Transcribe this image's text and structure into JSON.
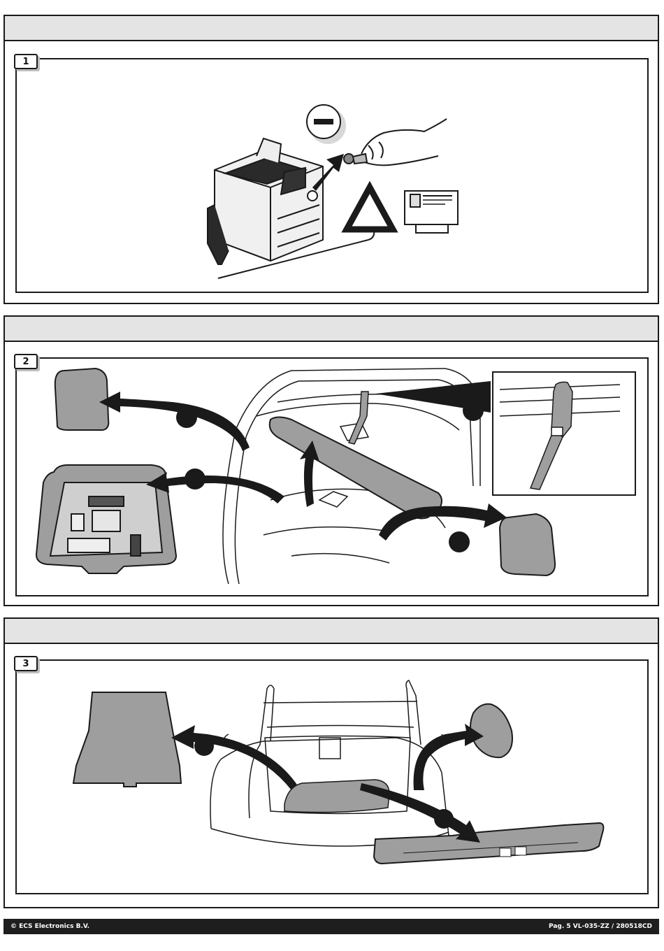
{
  "steps": [
    {
      "number": "1"
    },
    {
      "number": "2"
    },
    {
      "number": "3"
    }
  ],
  "icons": {
    "minus_sign": "minus-sign-icon",
    "warning": "warning-triangle-icon",
    "manual": "manual-reference-icon"
  },
  "footer": {
    "copyright": "© ECS Electronics B.V.",
    "page_ref": "Pag. 5   VL-035-ZZ  / 280518CD"
  }
}
